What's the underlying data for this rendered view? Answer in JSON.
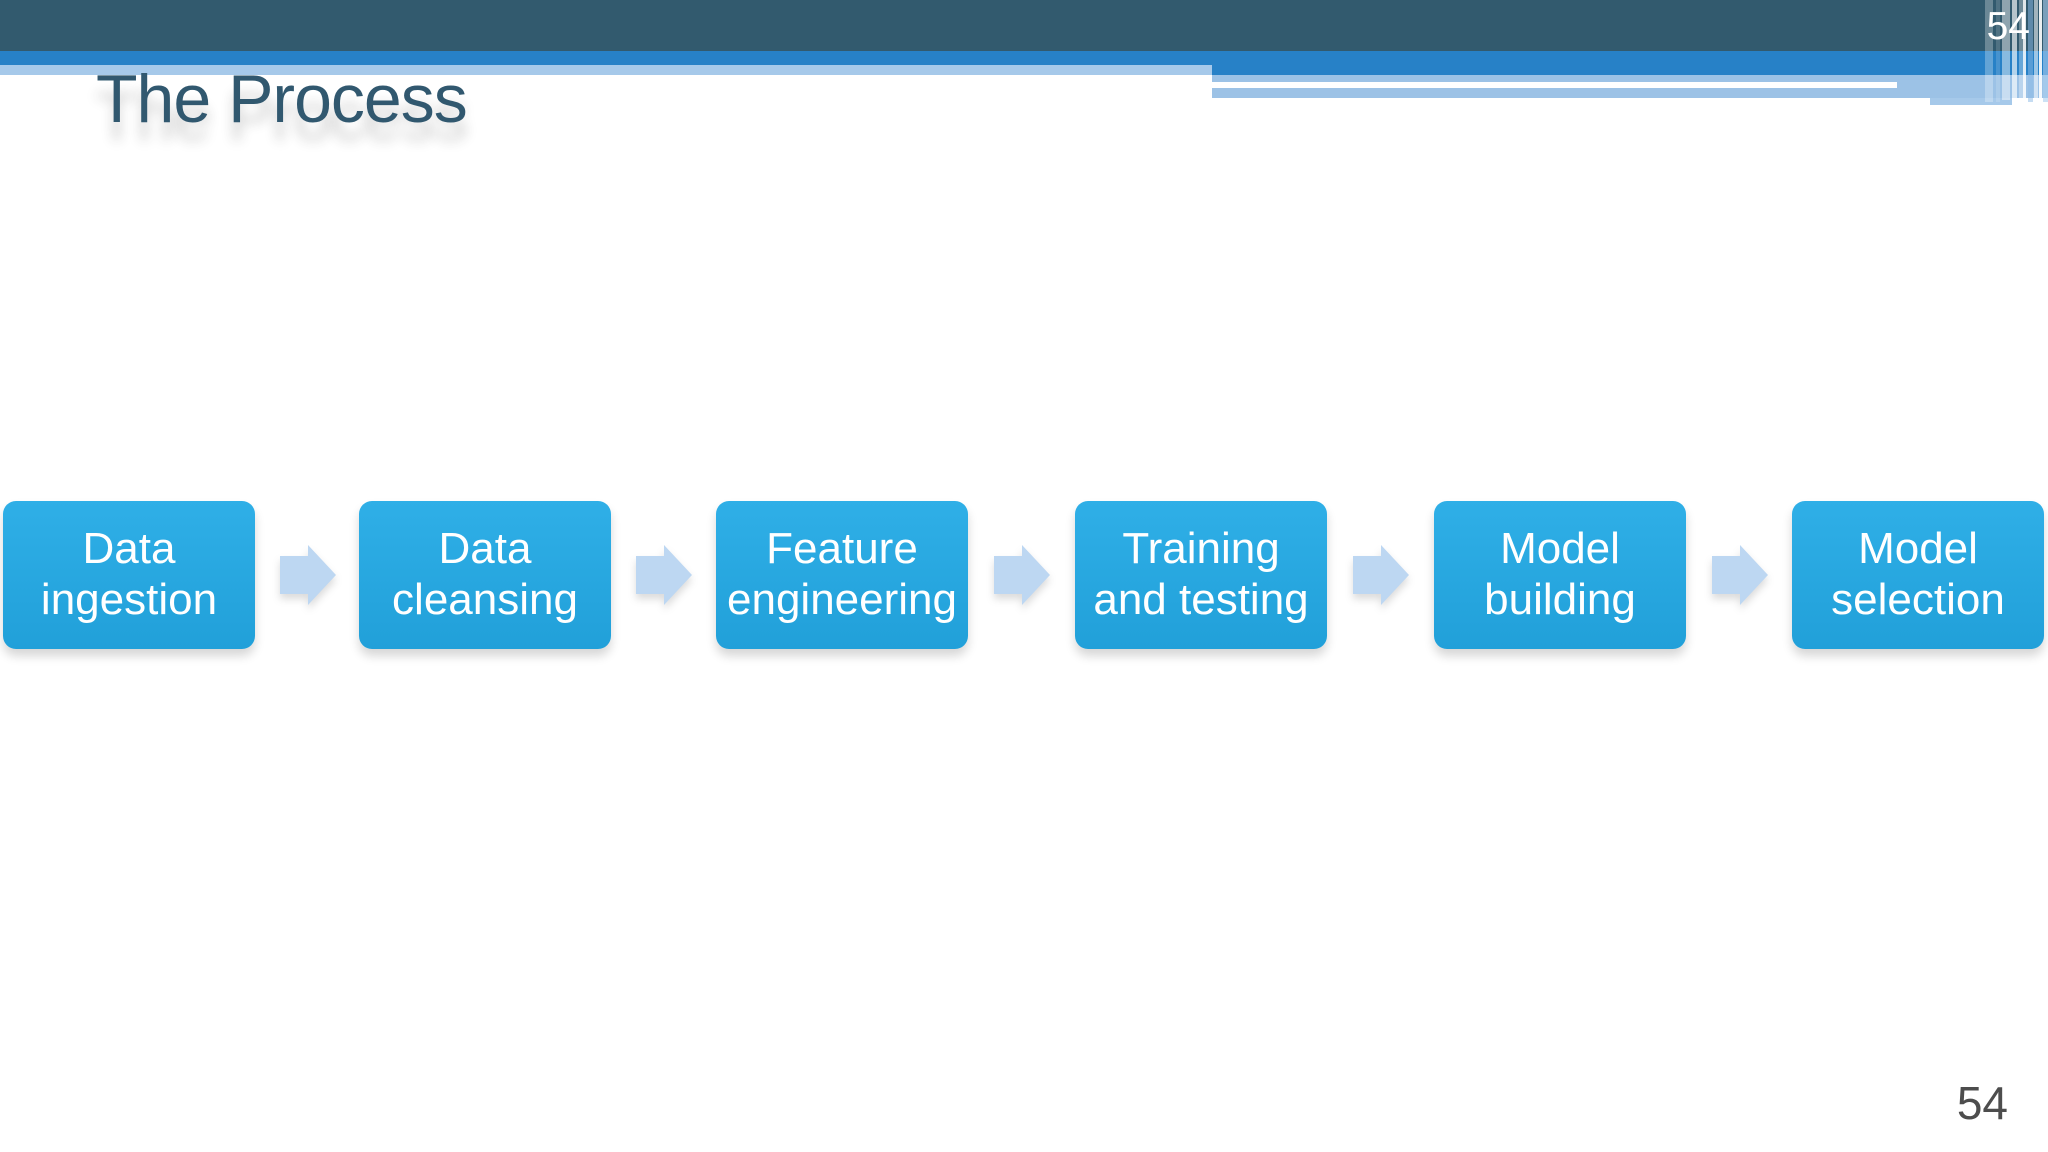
{
  "slide": {
    "title": "The Process"
  },
  "header": {
    "slide_number": "54"
  },
  "footer": {
    "slide_number": "54"
  },
  "flow": {
    "type": "linear-process",
    "direction": "left-to-right",
    "connector": "right-block-arrow",
    "steps": [
      {
        "label": "Data ingestion",
        "line1": "Data",
        "line2": "ingestion"
      },
      {
        "label": "Data cleansing",
        "line1": "Data",
        "line2": "cleansing"
      },
      {
        "label": "Feature engineering",
        "line1": "Feature",
        "line2": "engineering"
      },
      {
        "label": "Training and testing",
        "line1": "Training",
        "line2": "and testing"
      },
      {
        "label": "Model building",
        "line1": "Model",
        "line2": "building"
      },
      {
        "label": "Model selection",
        "line1": "Model",
        "line2": "selection"
      }
    ]
  },
  "colors": {
    "header_dark": "#325a6e",
    "accent_blue": "#2781c7",
    "accent_light": "#a6c9ea",
    "band_light": "#9cc2e6",
    "box_fill_top": "#2fafe7",
    "box_fill_bottom": "#21a0d9",
    "arrow_fill": "#bdd7f2",
    "title_color": "#31586f",
    "page_number": "#4d4d4d"
  }
}
